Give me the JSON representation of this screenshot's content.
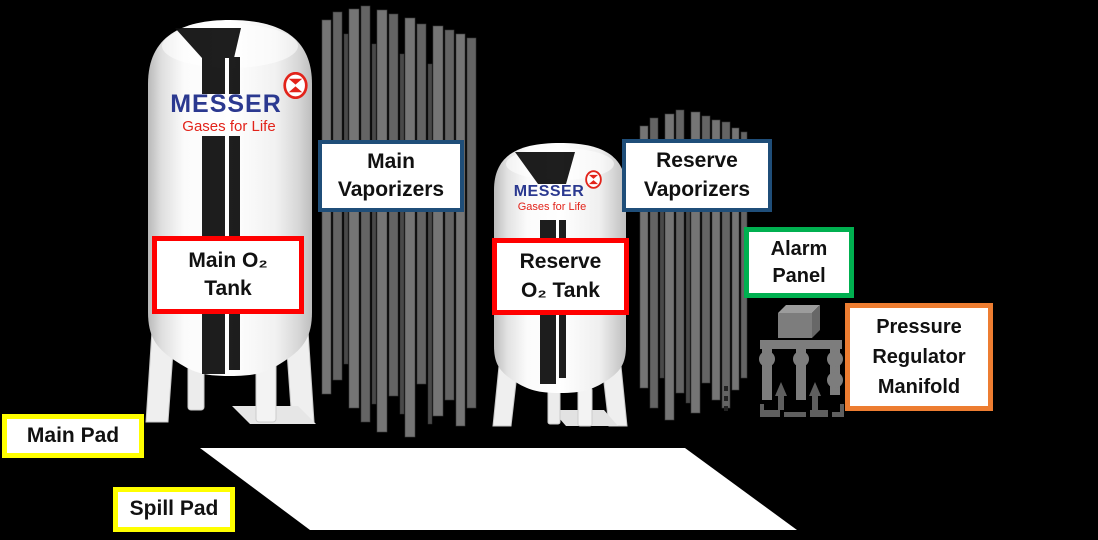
{
  "scene": {
    "background_color": "#000000"
  },
  "branding": {
    "name": "MESSER",
    "tagline": "Gases for Life",
    "name_color": "#2b3990",
    "tagline_color": "#e2231a",
    "logo_mark": "messer-oval-hourglass-mark"
  },
  "labels": {
    "main_vaporizers": {
      "lines": [
        "Main",
        "Vaporizers"
      ],
      "border_color": "#1f4e79"
    },
    "main_o2_tank": {
      "lines": [
        "Main O₂",
        "Tank"
      ],
      "border_color": "#ff0000"
    },
    "reserve_o2_tank": {
      "lines": [
        "Reserve",
        "O₂ Tank"
      ],
      "border_color": "#ff0000"
    },
    "reserve_vaporizers": {
      "lines": [
        "Reserve",
        "Vaporizers"
      ],
      "border_color": "#1f4e79"
    },
    "alarm_panel": {
      "lines": [
        "Alarm",
        "Panel"
      ],
      "border_color": "#00b050"
    },
    "pressure_regulator_manifold": {
      "lines": [
        "Pressure",
        "Regulator",
        "Manifold"
      ],
      "border_color": "#ed7d31"
    },
    "main_pad": {
      "lines": [
        "Main Pad"
      ],
      "border_color": "#ffff00"
    },
    "spill_pad": {
      "lines": [
        "Spill Pad"
      ],
      "border_color": "#ffff00"
    }
  },
  "graphics": {
    "main_o2_tank": "white-bulk-oxygen-tank-large",
    "reserve_o2_tank": "white-bulk-oxygen-tank-small",
    "main_vaporizers": "gray-vertical-fin-bank-large",
    "reserve_vaporizers": "gray-vertical-fin-bank-small",
    "pressure_regulator_manifold": "gray-manifold-with-cube-pipes-valves-arrows",
    "spill_pad_shape": "white-parallelogram",
    "fin_color": "#6e6e6e",
    "tank_color": "#ffffff",
    "manifold_color": "#7d7d7d"
  }
}
